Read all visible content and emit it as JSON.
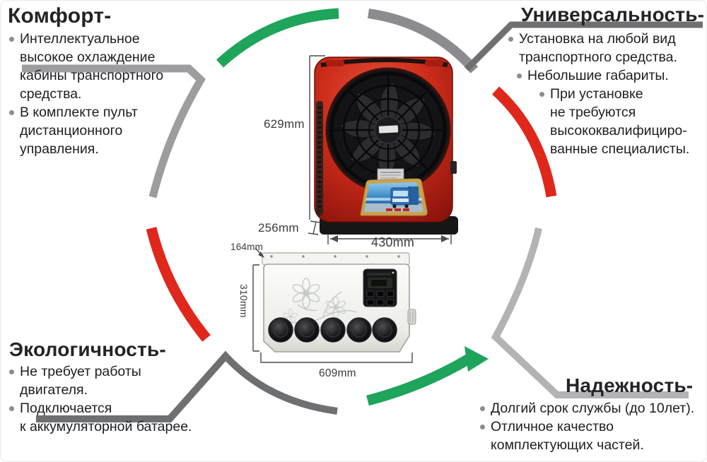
{
  "colors": {
    "green": "#1ea55b",
    "red": "#df271c",
    "gray_medium": "#9d9da0",
    "gray_light": "#b3b3b5",
    "gray_dark": "#6e6f71",
    "text": "#1e1e20",
    "product_red": "#c5271a"
  },
  "sections": {
    "comfort": {
      "title": "Комфорт-",
      "bullets": [
        "Интеллектуальное\nвысокое охлаждение\nкабины транспортного\nсредства.",
        "В комплекте пульт\nдистанционного\nуправления."
      ]
    },
    "universality": {
      "title": "Универсальность-",
      "bullets": [
        "Установка на любой вид\nтранспортного средства.",
        "Небольшие габариты.",
        "При установке\nне требуются\nвысококвалифициро-\nванные специалисты."
      ]
    },
    "ecology": {
      "title": "Экологичность-",
      "bullets": [
        "Не требует работы\nдвигателя.",
        "Подключается\nк аккумуляторной батарее."
      ]
    },
    "reliability": {
      "title": "Надежность-",
      "bullets": [
        "Долгий срок службы (до 10лет).",
        "Отличное качество\nкомплектующих частей."
      ]
    }
  },
  "dimensions": {
    "condenser": {
      "height": "629mm",
      "depth": "256mm",
      "width": "430mm"
    },
    "evaporator": {
      "depth": "164mm",
      "height": "310mm",
      "width": "609mm"
    }
  }
}
